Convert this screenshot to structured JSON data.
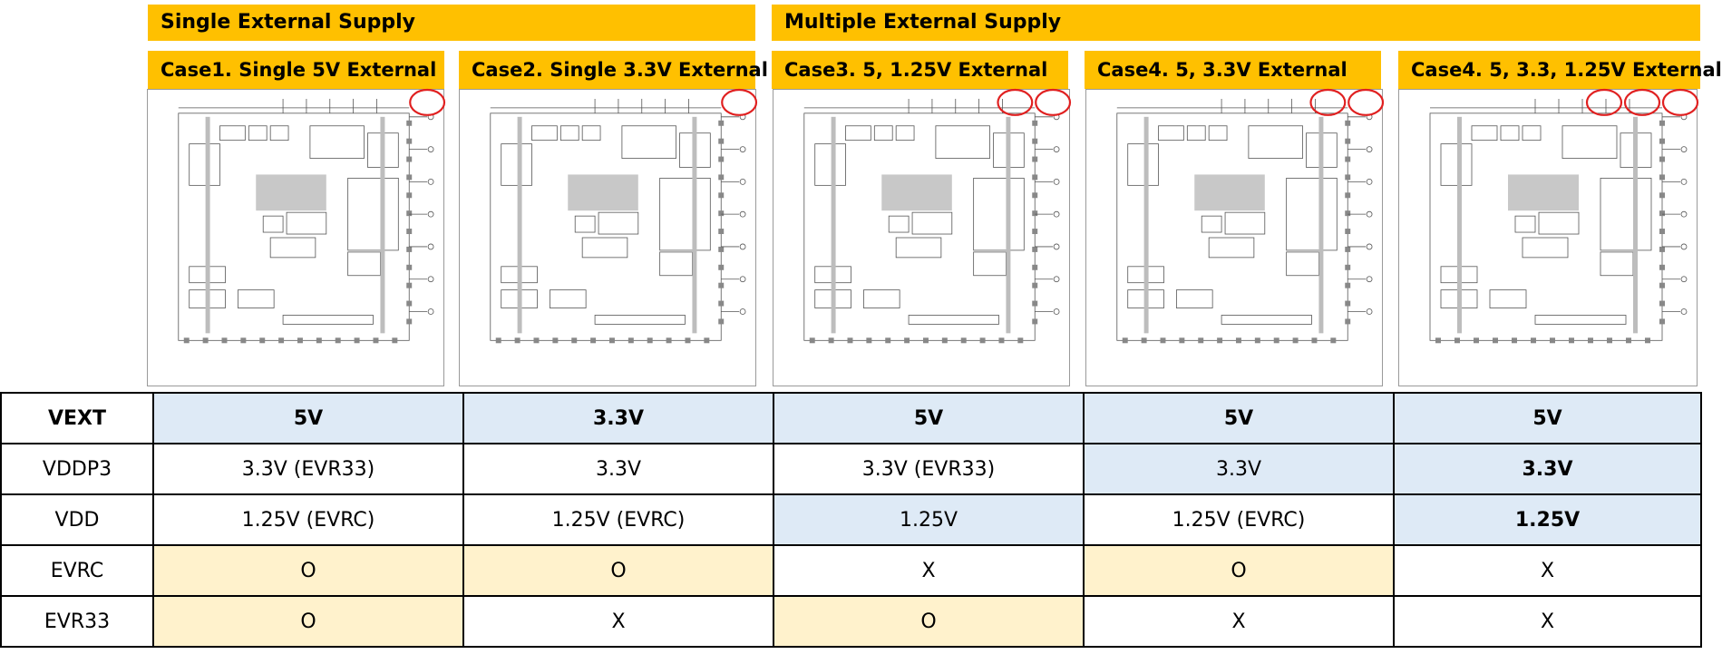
{
  "banners": {
    "single": "Single External Supply",
    "multiple": "Multiple External Supply"
  },
  "cases": [
    {
      "title": "Case1. Single 5V External"
    },
    {
      "title": "Case2. Single 3.3V External"
    },
    {
      "title": "Case3. 5, 1.25V External"
    },
    {
      "title": "Case4. 5, 3.3V External"
    },
    {
      "title": "Case4. 5, 3.3, 1.25V External"
    }
  ],
  "table": {
    "rows": [
      {
        "label": "VEXT",
        "cells": [
          "5V",
          "3.3V",
          "5V",
          "5V",
          "5V"
        ]
      },
      {
        "label": "VDDP3",
        "cells": [
          "3.3V (EVR33)",
          "3.3V",
          "3.3V (EVR33)",
          "3.3V",
          "3.3V"
        ]
      },
      {
        "label": "VDD",
        "cells": [
          "1.25V (EVRC)",
          "1.25V (EVRC)",
          "1.25V",
          "1.25V (EVRC)",
          "1.25V"
        ]
      },
      {
        "label": "EVRC",
        "cells": [
          "O",
          "O",
          "X",
          "O",
          "X"
        ]
      },
      {
        "label": "EVR33",
        "cells": [
          "O",
          "X",
          "O",
          "X",
          "X"
        ]
      }
    ]
  },
  "colors": {
    "banner": "#ffc000",
    "highlight_blue": "#deeaf6",
    "highlight_cream": "#fff2cc",
    "circle": "#e02020"
  }
}
